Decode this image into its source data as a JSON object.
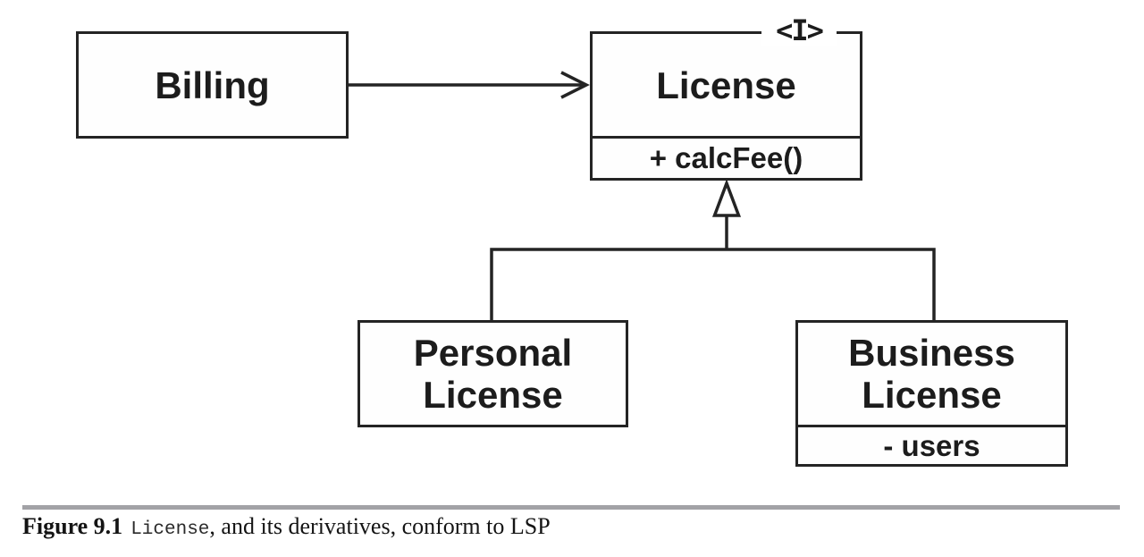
{
  "figure": {
    "classes": {
      "billing": {
        "name": "Billing"
      },
      "license": {
        "stereotype": "<I>",
        "name": "License",
        "method": "+ calcFee()"
      },
      "personal": {
        "name_line1": "Personal",
        "name_line2": "License"
      },
      "business": {
        "name_line1": "Business",
        "name_line2": "License",
        "attribute": "- users"
      }
    },
    "caption": {
      "label": "Figure 9.1",
      "code": "License",
      "text": ", and its derivatives, conform to LSP"
    },
    "colors": {
      "line": "#242424",
      "divider_rule": "#a2a2a6",
      "background": "#ffffff"
    }
  }
}
